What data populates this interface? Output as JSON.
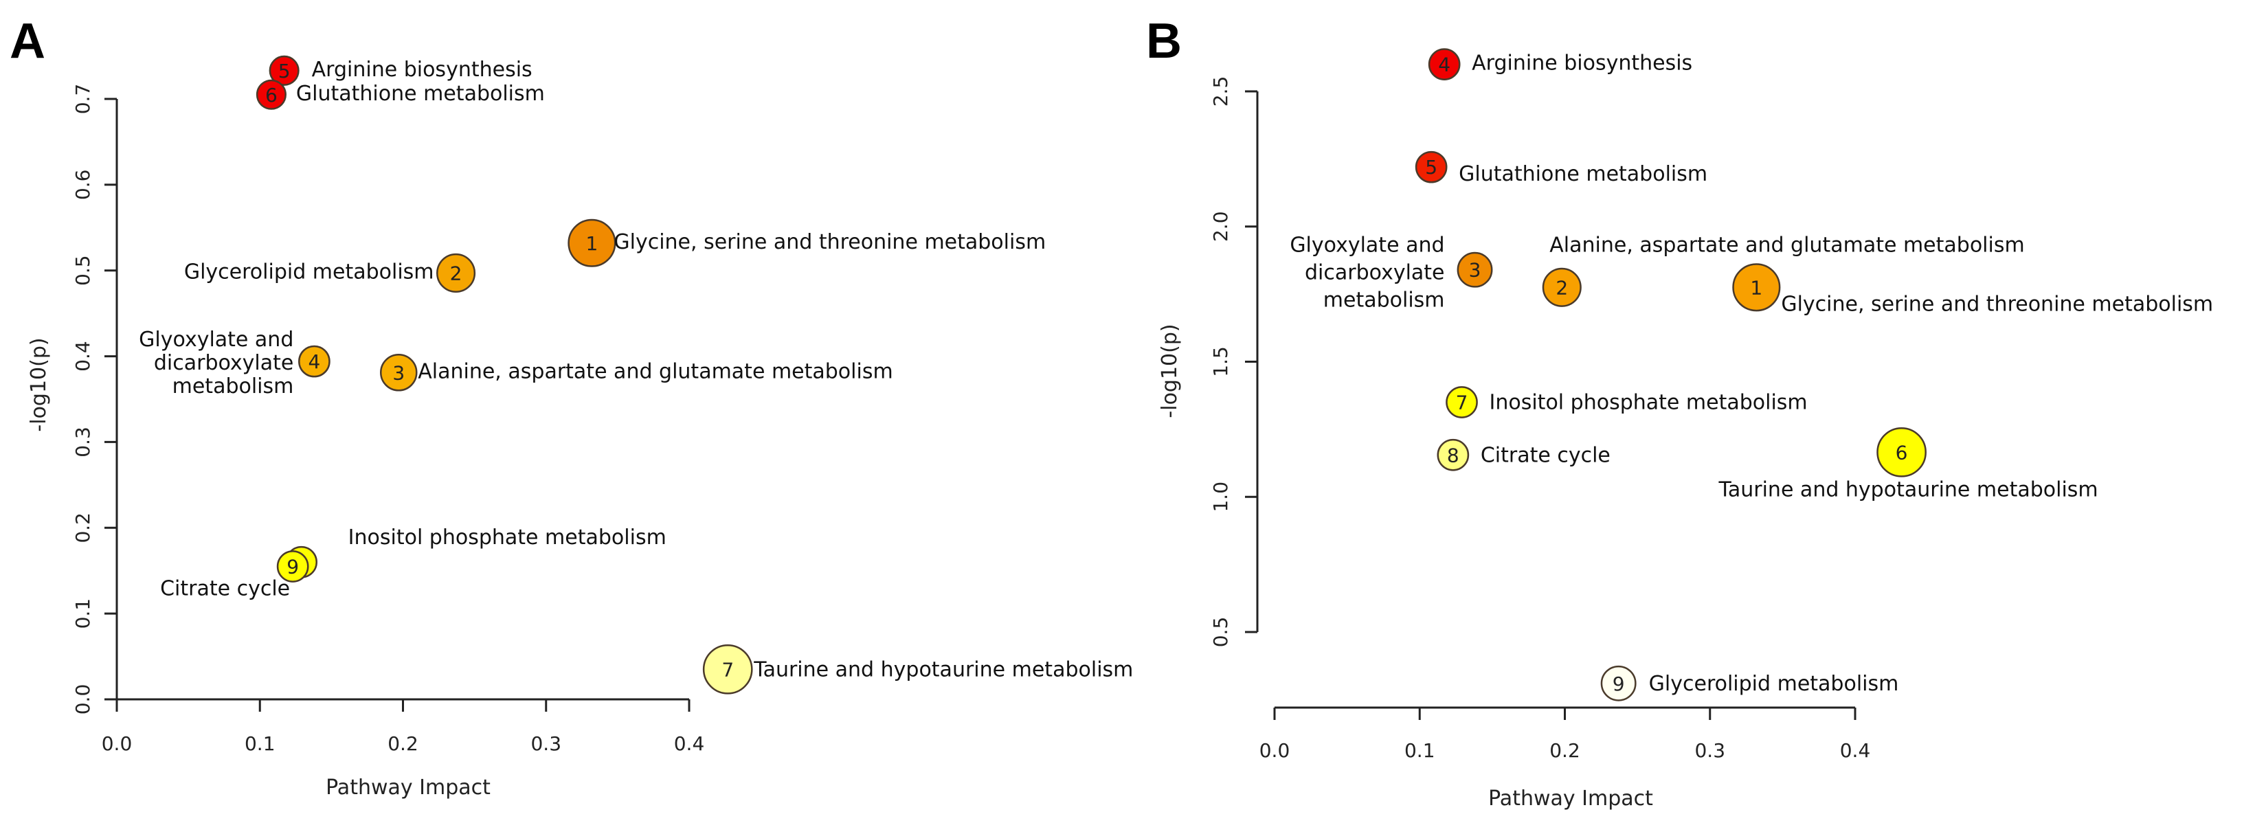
{
  "chart_data": [
    {
      "type": "scatter",
      "panel": "A",
      "xlabel": "Pathway Impact",
      "ylabel": "-log10(p)",
      "xlim": [
        0.0,
        0.4
      ],
      "ylim": [
        0.0,
        0.7
      ],
      "x_ticks": [
        "0.0",
        "0.1",
        "0.2",
        "0.3",
        "0.4"
      ],
      "y_ticks": [
        "0.0",
        "0.1",
        "0.2",
        "0.3",
        "0.4",
        "0.5",
        "0.6",
        "0.7"
      ],
      "points": [
        {
          "num": "1",
          "label": [
            "Glycine, serine and threonine metabolism"
          ],
          "x": 0.332,
          "y": 0.532,
          "size": 1.3,
          "color": "#F08A00"
        },
        {
          "num": "2",
          "label": [
            "Glycerolipid metabolism"
          ],
          "x": 0.237,
          "y": 0.497,
          "size": 1.05,
          "color": "#F5A500"
        },
        {
          "num": "3",
          "label": [
            "Alanine, aspartate and glutamate metabolism"
          ],
          "x": 0.197,
          "y": 0.381,
          "size": 1.0,
          "color": "#F8AF00"
        },
        {
          "num": "4",
          "label": [
            "Glyoxylate and",
            "dicarboxylate",
            "metabolism"
          ],
          "x": 0.138,
          "y": 0.394,
          "size": 0.85,
          "color": "#F8AF00"
        },
        {
          "num": "5",
          "label": [
            "Arginine biosynthesis"
          ],
          "x": 0.117,
          "y": 0.733,
          "size": 0.8,
          "color": "#F00000"
        },
        {
          "num": "6",
          "label": [
            "Glutathione metabolism"
          ],
          "x": 0.108,
          "y": 0.705,
          "size": 0.8,
          "color": "#F00000"
        },
        {
          "num": "7",
          "label": [
            "Taurine and hypotaurine metabolism"
          ],
          "x": 0.427,
          "y": 0.035,
          "size": 1.35,
          "color": "#FFFF99"
        },
        {
          "num": "8",
          "label": [
            "Inositol phosphate metabolism"
          ],
          "x": 0.129,
          "y": 0.16,
          "size": 0.85,
          "color": "#FFFF00"
        },
        {
          "num": "9",
          "label": [
            "Citrate cycle"
          ],
          "x": 0.123,
          "y": 0.155,
          "size": 0.85,
          "color": "#FFFF00"
        }
      ]
    },
    {
      "type": "scatter",
      "panel": "B",
      "xlabel": "Pathway Impact",
      "ylabel": "-log10(p)",
      "xlim": [
        0.0,
        0.4
      ],
      "ylim": [
        0.5,
        2.5
      ],
      "x_ticks": [
        "0.0",
        "0.1",
        "0.2",
        "0.3",
        "0.4"
      ],
      "y_ticks": [
        "0.5",
        "1.0",
        "1.5",
        "2.0",
        "2.5"
      ],
      "points": [
        {
          "num": "1",
          "label": [
            "Glycine, serine and threonine metabolism"
          ],
          "x": 0.332,
          "y": 1.775,
          "size": 1.3,
          "color": "#F8A000"
        },
        {
          "num": "2",
          "label": [
            "Alanine, aspartate and glutamate metabolism"
          ],
          "x": 0.198,
          "y": 1.775,
          "size": 1.05,
          "color": "#F8A000"
        },
        {
          "num": "3",
          "label": [
            "Glyoxylate and",
            "dicarboxylate",
            "metabolism"
          ],
          "x": 0.138,
          "y": 1.84,
          "size": 0.95,
          "color": "#F08A00"
        },
        {
          "num": "4",
          "label": [
            "Arginine biosynthesis"
          ],
          "x": 0.117,
          "y": 2.6,
          "size": 0.85,
          "color": "#F00000"
        },
        {
          "num": "5",
          "label": [
            "Glutathione metabolism"
          ],
          "x": 0.108,
          "y": 2.22,
          "size": 0.85,
          "color": "#F02000"
        },
        {
          "num": "6",
          "label": [
            "Taurine and hypotaurine metabolism"
          ],
          "x": 0.432,
          "y": 1.165,
          "size": 1.35,
          "color": "#FFFF00"
        },
        {
          "num": "7",
          "label": [
            "Inositol phosphate metabolism"
          ],
          "x": 0.129,
          "y": 1.35,
          "size": 0.85,
          "color": "#FFFF00"
        },
        {
          "num": "8",
          "label": [
            "Citrate cycle"
          ],
          "x": 0.123,
          "y": 1.155,
          "size": 0.85,
          "color": "#FFFF80"
        },
        {
          "num": "9",
          "label": [
            "Glycerolipid metabolism"
          ],
          "x": 0.237,
          "y": 0.31,
          "size": 0.95,
          "color": "#FFFFF0"
        }
      ]
    }
  ]
}
